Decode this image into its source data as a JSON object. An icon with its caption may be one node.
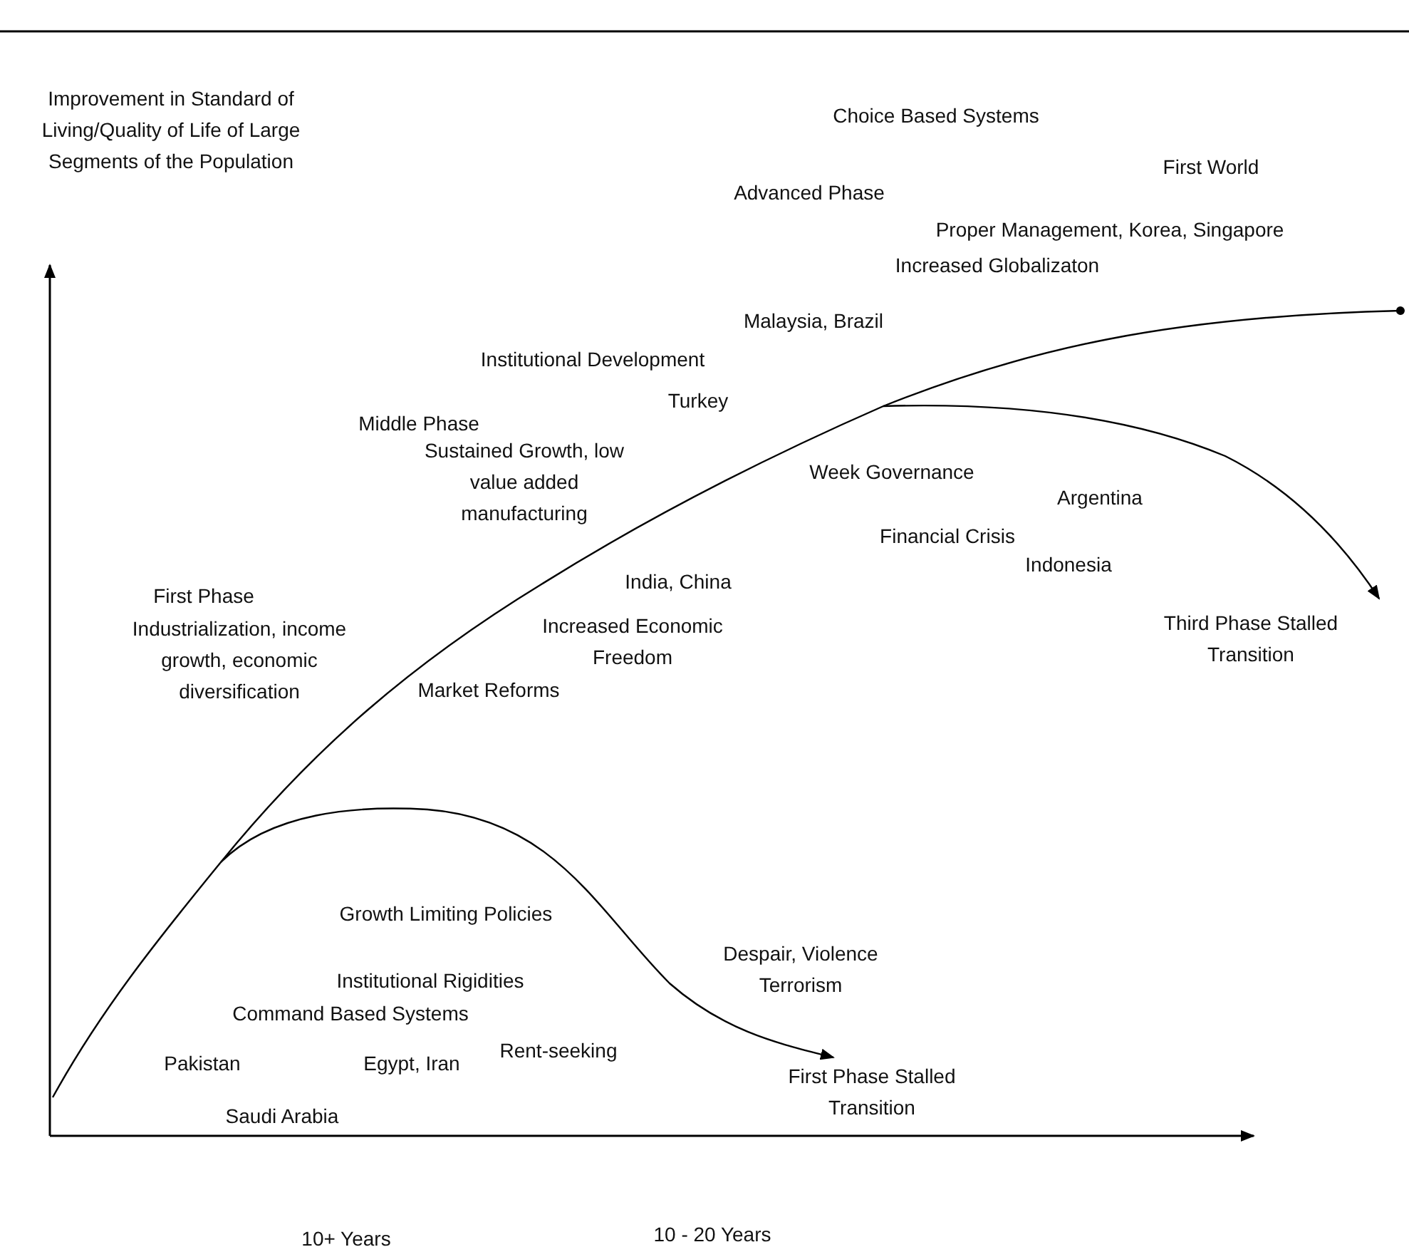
{
  "diagram": {
    "labels": [
      "Improvement in Standard of Living/Quality of Life of Large Segments of the Population",
      "Choice Based Systems",
      "First World",
      "Advanced Phase",
      "Proper Management, Korea, Singapore",
      "Increased Globalizaton",
      "Malaysia, Brazil",
      "Institutional Development",
      "Turkey",
      "Middle Phase",
      "Sustained Growth, low value added manufacturing",
      "Week Governance",
      "Argentina",
      "Financial Crisis",
      "Indonesia",
      "India, China",
      "First Phase",
      "Industrialization, income growth, economic diversification",
      "Increased Economic Freedom",
      "Third Phase Stalled Transition",
      "Market Reforms",
      "Growth Limiting Policies",
      "Despair, Violence Terrorism",
      "Institutional Rigidities",
      "Command Based Systems",
      "Rent-seeking",
      "Pakistan",
      "Egypt, Iran",
      "First Phase Stalled Transition",
      "Saudi Arabia",
      "10 - 20 Years",
      "10+ Years"
    ]
  }
}
